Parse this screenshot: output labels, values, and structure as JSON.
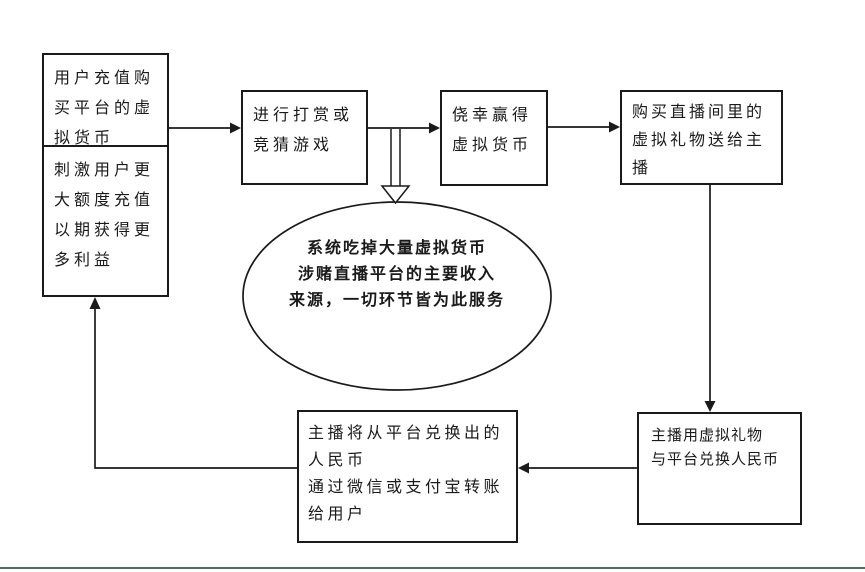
{
  "diagram": {
    "title_semantic": "gambling-livestream-virtual-currency-cycle-flowchart",
    "line_color": "#1a1a1a",
    "node_background": "#ffffff",
    "bottom_rule_color": "#4e705f",
    "nodes": {
      "recharge": {
        "lines": [
          "用户充值购",
          "买平台的虚",
          "拟货币"
        ]
      },
      "stimulate": {
        "lines": [
          "刺激用户更",
          "大额度充值",
          "以期获得更",
          "多利益"
        ]
      },
      "tipping": {
        "lines": [
          "进行打赏或",
          "竞猜游戏"
        ]
      },
      "lucky": {
        "lines": [
          "侥幸赢得",
          "虚拟货币"
        ]
      },
      "gifts": {
        "lines": [
          "购买直播间里的",
          "虚拟礼物送给主",
          "播"
        ]
      },
      "system": {
        "lines": [
          "系统吃掉大量虚拟货币",
          "涉赌直播平台的主要收入",
          "来源，一切环节皆为此服务"
        ]
      },
      "exchange": {
        "lines": [
          "主播用虚拟礼物",
          "与平台兑换人民币"
        ]
      },
      "transfer": {
        "lines": [
          "主播将从平台兑换出的",
          "人民币",
          "通过微信或支付宝转账",
          "给用户"
        ]
      }
    }
  }
}
